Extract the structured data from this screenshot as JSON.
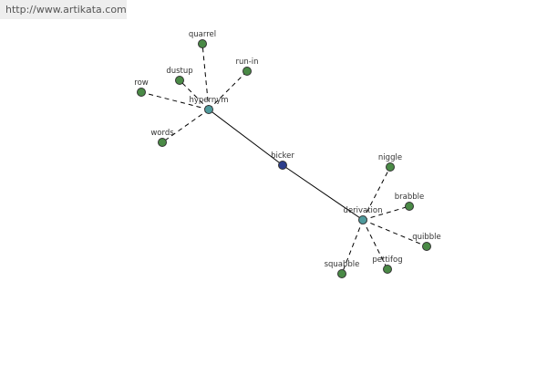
{
  "watermark": "http://www.artikata.com",
  "colors": {
    "leaf": "#4a8a46",
    "relation": "#4f9a9c",
    "root": "#2c3e8c",
    "edge": "#000000"
  },
  "nodes": [
    {
      "id": "bicker",
      "label": "bicker",
      "kind": "root"
    },
    {
      "id": "hypernym",
      "label": "hypernym",
      "kind": "relation"
    },
    {
      "id": "derivation",
      "label": "derivation",
      "kind": "relation"
    },
    {
      "id": "quarrel",
      "label": "quarrel",
      "kind": "leaf"
    },
    {
      "id": "run-in",
      "label": "run-in",
      "kind": "leaf"
    },
    {
      "id": "dustup",
      "label": "dustup",
      "kind": "leaf"
    },
    {
      "id": "row",
      "label": "row",
      "kind": "leaf"
    },
    {
      "id": "words",
      "label": "words",
      "kind": "leaf"
    },
    {
      "id": "niggle",
      "label": "niggle",
      "kind": "leaf"
    },
    {
      "id": "brabble",
      "label": "brabble",
      "kind": "leaf"
    },
    {
      "id": "quibble",
      "label": "quibble",
      "kind": "leaf"
    },
    {
      "id": "pettifog",
      "label": "pettifog",
      "kind": "leaf"
    },
    {
      "id": "squabble",
      "label": "squabble",
      "kind": "leaf"
    }
  ],
  "edges": [
    {
      "from": "bicker",
      "to": "hypernym",
      "style": "solid"
    },
    {
      "from": "bicker",
      "to": "derivation",
      "style": "solid"
    },
    {
      "from": "hypernym",
      "to": "quarrel",
      "style": "dashed"
    },
    {
      "from": "hypernym",
      "to": "run-in",
      "style": "dashed"
    },
    {
      "from": "hypernym",
      "to": "dustup",
      "style": "dashed"
    },
    {
      "from": "hypernym",
      "to": "row",
      "style": "dashed"
    },
    {
      "from": "hypernym",
      "to": "words",
      "style": "dashed"
    },
    {
      "from": "derivation",
      "to": "niggle",
      "style": "dashed"
    },
    {
      "from": "derivation",
      "to": "brabble",
      "style": "dashed"
    },
    {
      "from": "derivation",
      "to": "quibble",
      "style": "dashed"
    },
    {
      "from": "derivation",
      "to": "pettifog",
      "style": "dashed"
    },
    {
      "from": "derivation",
      "to": "squabble",
      "style": "dashed"
    }
  ]
}
